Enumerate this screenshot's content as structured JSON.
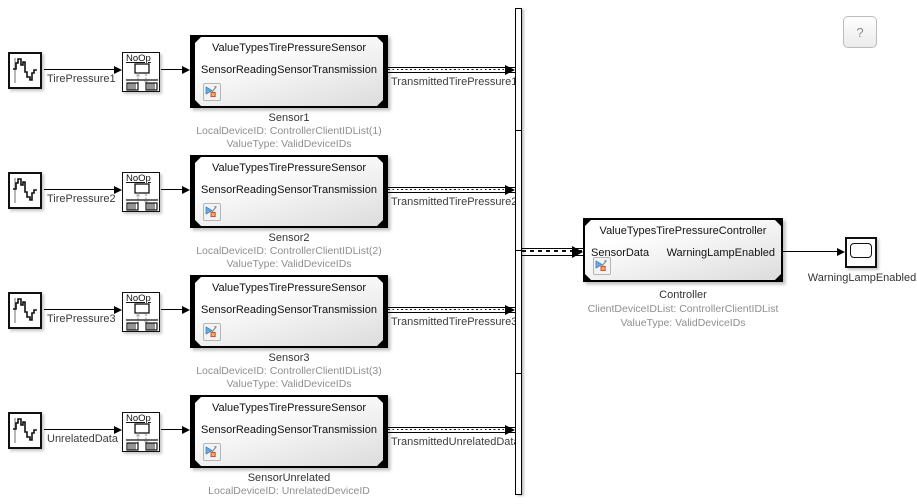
{
  "help": {
    "label": "?"
  },
  "rows": [
    {
      "source_label": "TirePressure1",
      "noop_label": "NoOp",
      "block_title": "ValueTypesTirePressureSensor",
      "port_in": "SensorReading",
      "port_out": "SensorTransmission",
      "block_name": "Sensor1",
      "annotation1": "LocalDeviceID: ControllerClientIDList(1)",
      "annotation2": "ValueType: ValidDeviceIDs",
      "signal_label": "TransmittedTirePressure1"
    },
    {
      "source_label": "TirePressure2",
      "noop_label": "NoOp",
      "block_title": "ValueTypesTirePressureSensor",
      "port_in": "SensorReading",
      "port_out": "SensorTransmission",
      "block_name": "Sensor2",
      "annotation1": "LocalDeviceID: ControllerClientIDList(2)",
      "annotation2": "ValueType: ValidDeviceIDs",
      "signal_label": "TransmittedTirePressure2"
    },
    {
      "source_label": "TirePressure3",
      "noop_label": "NoOp",
      "block_title": "ValueTypesTirePressureSensor",
      "port_in": "SensorReading",
      "port_out": "SensorTransmission",
      "block_name": "Sensor3",
      "annotation1": "LocalDeviceID: ControllerClientIDList(3)",
      "annotation2": "ValueType: ValidDeviceIDs",
      "signal_label": "TransmittedTirePressure3"
    },
    {
      "source_label": "UnrelatedData",
      "noop_label": "NoOp",
      "block_title": "ValueTypesTirePressureSensor",
      "port_in": "SensorReading",
      "port_out": "SensorTransmission",
      "block_name": "SensorUnrelated",
      "annotation1": "LocalDeviceID: UnrelatedDeviceID",
      "signal_label": "TransmittedUnrelatedData"
    }
  ],
  "controller": {
    "block_title": "ValueTypesTirePressureController",
    "port_in": "SensorData",
    "port_out": "WarningLampEnabled",
    "block_name": "Controller",
    "annotation1": "ClientDeviceIDList: ControllerClientIDList",
    "annotation2": "ValueType: ValidDeviceIDs"
  },
  "sink": {
    "label": "WarningLampEnabled"
  },
  "colors": {
    "wire": "#000000",
    "annotation_gray": "#8f8f8f",
    "block_gradient_end": "#dcdcdc",
    "badge_blue": "#3d85c6",
    "badge_orange": "#f0b060",
    "badge_red": "#cc4125"
  }
}
